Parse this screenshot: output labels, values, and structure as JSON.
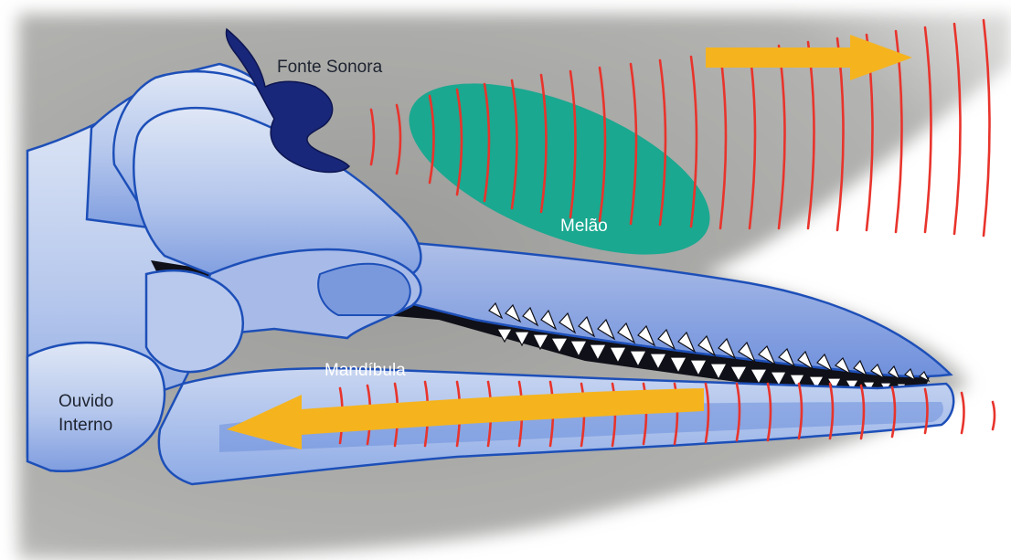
{
  "labels": {
    "sound_source": "Fonte Sonora",
    "melon": "Melão",
    "mandible": "Mandíbula",
    "inner_ear_line1": "Ouvido",
    "inner_ear_line2": "Interno"
  },
  "colors": {
    "head_shadow": "#a3a3a1",
    "bone_light": "#cdd8ee",
    "bone_mid": "#8ea8e2",
    "bone_dark": "#3a66c8",
    "bone_outline": "#1d4fb8",
    "sound_source": "#18277a",
    "melon": "#1aa890",
    "cavity": "#101018",
    "teeth": "#ffffff",
    "wave": "#e8342c",
    "arrow": "#f5b41e"
  },
  "icons": {
    "outgoing_arrow": "arrow-right-icon",
    "incoming_arrow": "arrow-left-icon"
  }
}
